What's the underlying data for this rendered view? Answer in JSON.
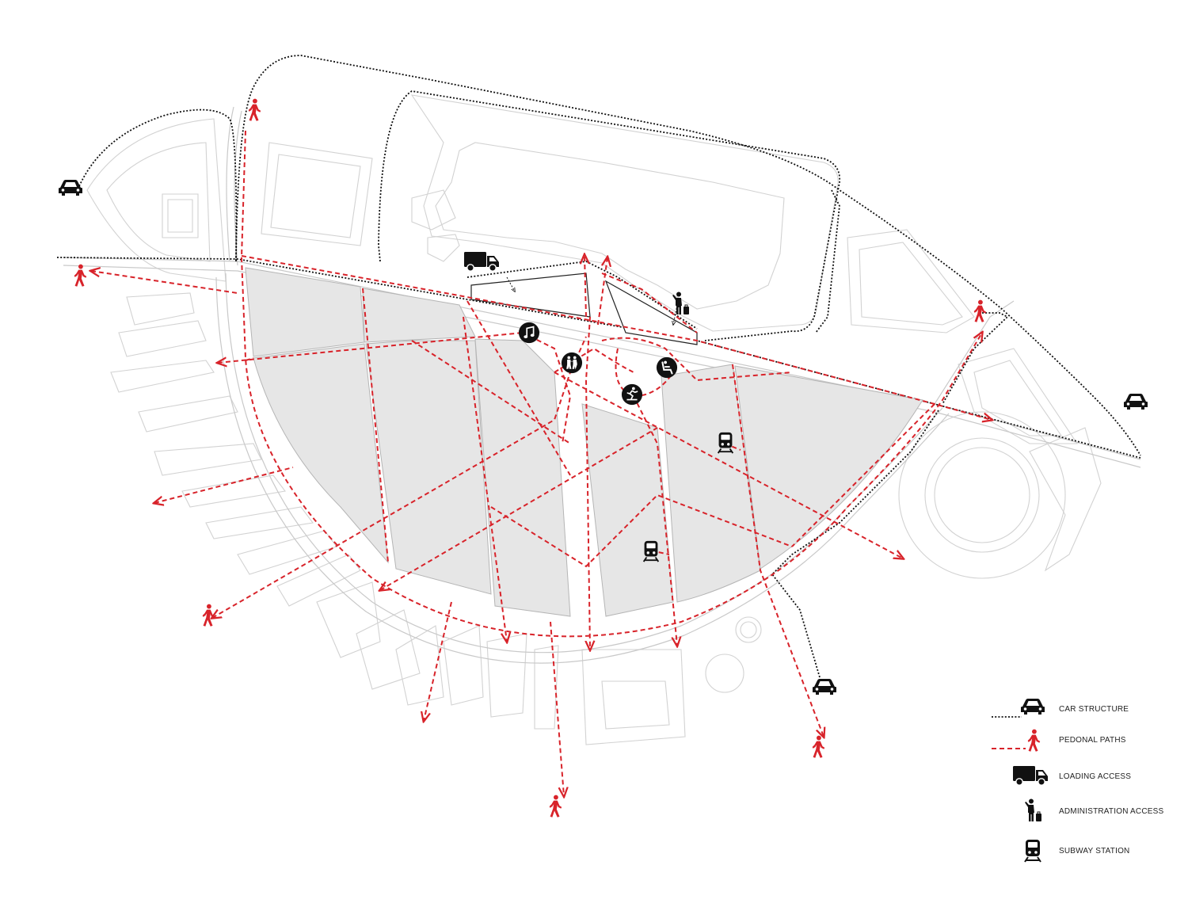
{
  "legend": {
    "items": [
      {
        "key": "car",
        "label": "CAR STRUCTURE",
        "icon": "car-icon"
      },
      {
        "key": "ped",
        "label": "PEDONAL PATHS",
        "icon": "pedestrian-icon"
      },
      {
        "key": "load",
        "label": "LOADING ACCESS",
        "icon": "truck-icon"
      },
      {
        "key": "admin",
        "label": "ADMINISTRATION ACCESS",
        "icon": "person-with-luggage-icon"
      },
      {
        "key": "subway",
        "label": "SUBWAY STATION",
        "icon": "train-icon"
      }
    ]
  },
  "colors": {
    "pedestrian": "#d8232a",
    "car_route": "#111111",
    "plots": "#e6e6e6",
    "buildings": "#d2d2d2",
    "icon": "#111111"
  },
  "map_icons": [
    "car-icon",
    "pedestrian-icon",
    "truck-icon",
    "person-with-luggage-icon",
    "train-icon",
    "music-icon",
    "children-icon",
    "seat-icon",
    "skater-icon"
  ]
}
